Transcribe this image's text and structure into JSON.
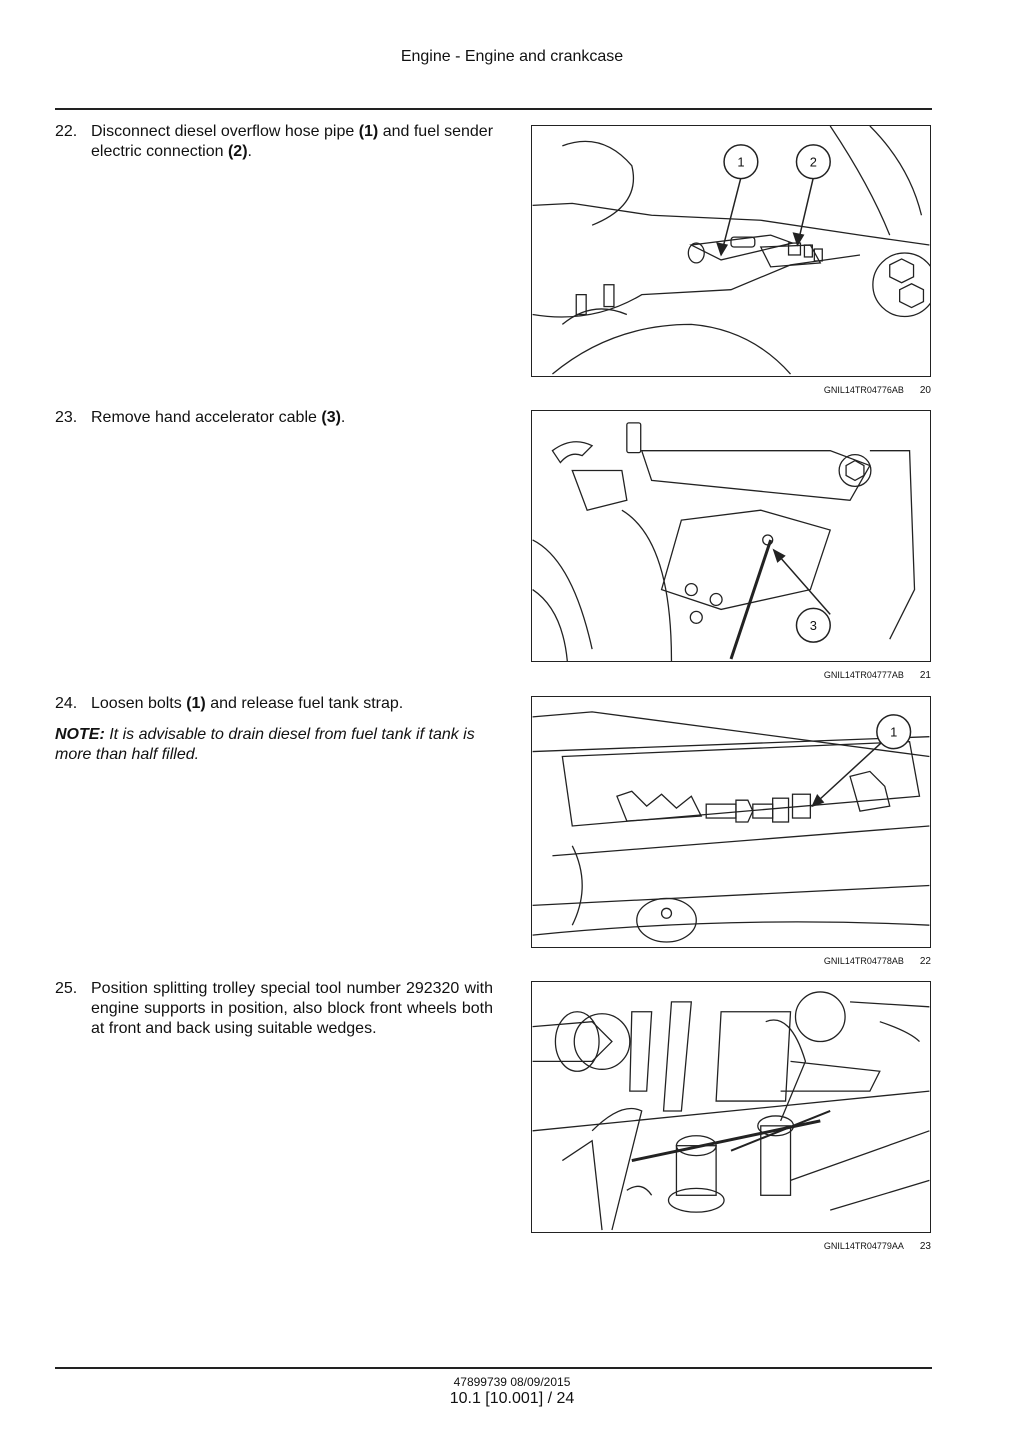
{
  "header": {
    "title": "Engine - Engine and crankcase"
  },
  "steps": [
    {
      "number": "22.",
      "parts": [
        "Disconnect diesel overflow hose pipe ",
        "(1)",
        " and fuel sender electric connection ",
        "(2)",
        "."
      ]
    },
    {
      "number": "23.",
      "parts": [
        "Remove hand accelerator cable ",
        "(3)",
        "."
      ]
    },
    {
      "number": "24.",
      "parts": [
        "Loosen bolts ",
        "(1)",
        " and release fuel tank strap."
      ]
    },
    {
      "number": "25.",
      "parts": [
        "Position splitting trolley special tool number 292320 with engine supports in position, also block front wheels both at front and back using suitable wedges."
      ]
    }
  ],
  "note": {
    "label": "NOTE:",
    "text": " It is advisable to drain diesel from fuel tank if tank is more than half filled."
  },
  "figures": [
    {
      "code": "GNIL14TR04776AB",
      "number": "20",
      "callouts": [
        "1",
        "2"
      ]
    },
    {
      "code": "GNIL14TR04777AB",
      "number": "21",
      "callouts": [
        "3"
      ]
    },
    {
      "code": "GNIL14TR04778AB",
      "number": "22",
      "callouts": [
        "1"
      ]
    },
    {
      "code": "GNIL14TR04779AA",
      "number": "23",
      "callouts": []
    }
  ],
  "footer": {
    "doc_id": "47899739 08/09/2015",
    "page_ref": "10.1 [10.001] / 24"
  }
}
